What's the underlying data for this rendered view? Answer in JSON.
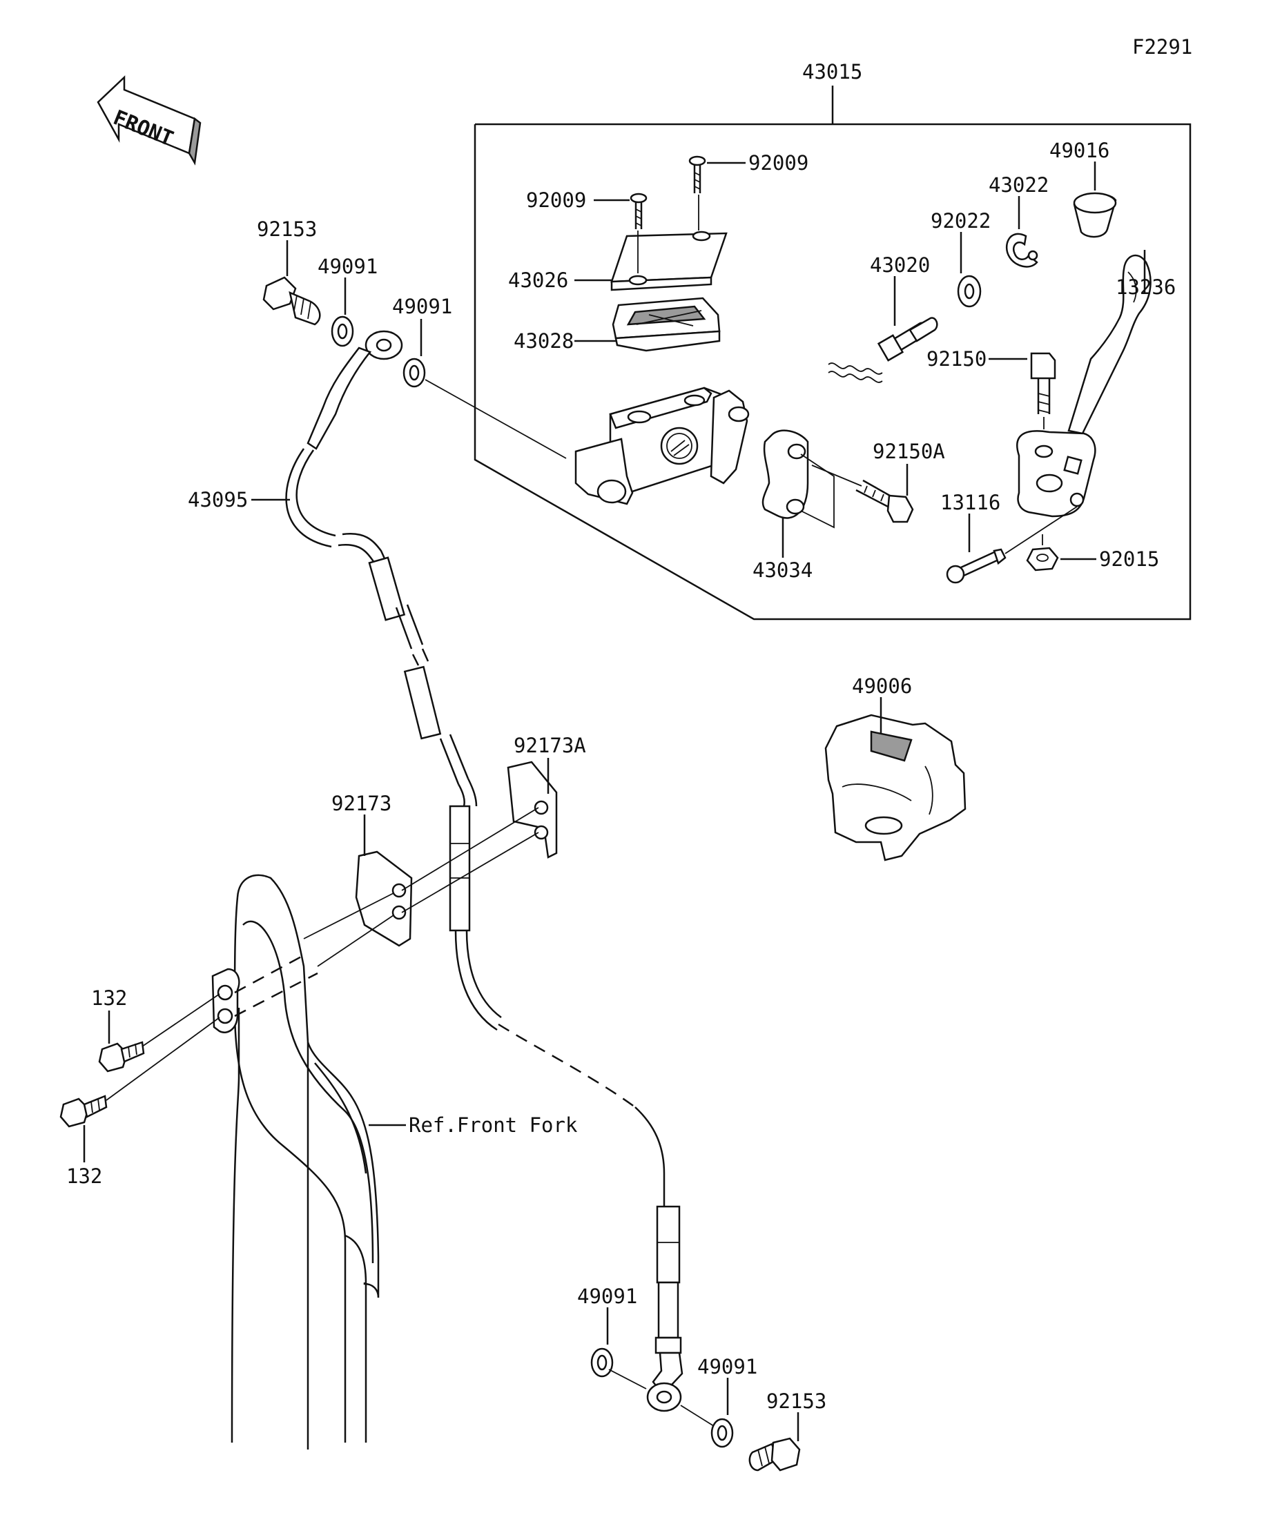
{
  "diagram": {
    "code": "F2291",
    "front_label": "FRONT",
    "assembly_label": "43015",
    "ref_note": "Ref.Front Fork",
    "parts": {
      "p92009a": "92009",
      "p92009b": "92009",
      "p43026": "43026",
      "p43028": "43028",
      "p43020": "43020",
      "p92022": "92022",
      "p43022": "43022",
      "p49016": "49016",
      "p13236": "13236",
      "p92150": "92150",
      "p92150A": "92150A",
      "p43034": "43034",
      "p13116": "13116",
      "p92015": "92015",
      "p92153a": "92153",
      "p49091a": "49091",
      "p49091b": "49091",
      "p43095": "43095",
      "p49006": "49006",
      "p92173A": "92173A",
      "p92173": "92173",
      "p132a": "132",
      "p132b": "132",
      "p49091c": "49091",
      "p49091d": "49091",
      "p92153b": "92153"
    }
  }
}
